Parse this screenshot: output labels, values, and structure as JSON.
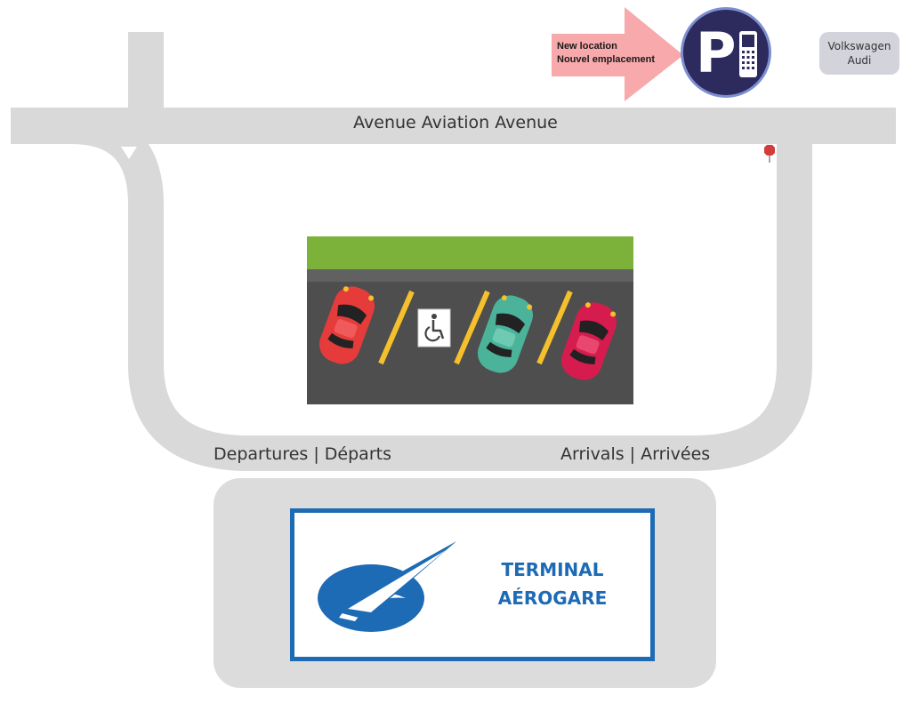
{
  "roads": {
    "main_avenue_label": "Avenue Aviation Avenue",
    "departures_label": "Departures | Départs",
    "arrivals_label": "Arrivals | Arrivées"
  },
  "relocation_notice": {
    "line_en": "New location",
    "line_fr": "Nouvel emplacement",
    "arrow_color": "#f7a9ab"
  },
  "parking_sign": {
    "letter": "P",
    "icon": "mobile-phone-icon",
    "bg_color": "#2d2a5e"
  },
  "dealer_badge": {
    "line1": "Volkswagen",
    "line2": "Audi"
  },
  "parking_lot": {
    "spaces": [
      {
        "content": "car",
        "color": "#e53b3b"
      },
      {
        "content": "accessible-parking-icon"
      },
      {
        "content": "car",
        "color": "#4ab39a"
      },
      {
        "content": "car",
        "color": "#d61c4e"
      }
    ],
    "grass_color": "#7cb23a",
    "line_color": "#f5c02c"
  },
  "terminal": {
    "name_en": "TERMINAL",
    "name_fr": "AÉROGARE",
    "logo": "airport-swoosh-logo",
    "brand_color": "#1d6ab5"
  }
}
